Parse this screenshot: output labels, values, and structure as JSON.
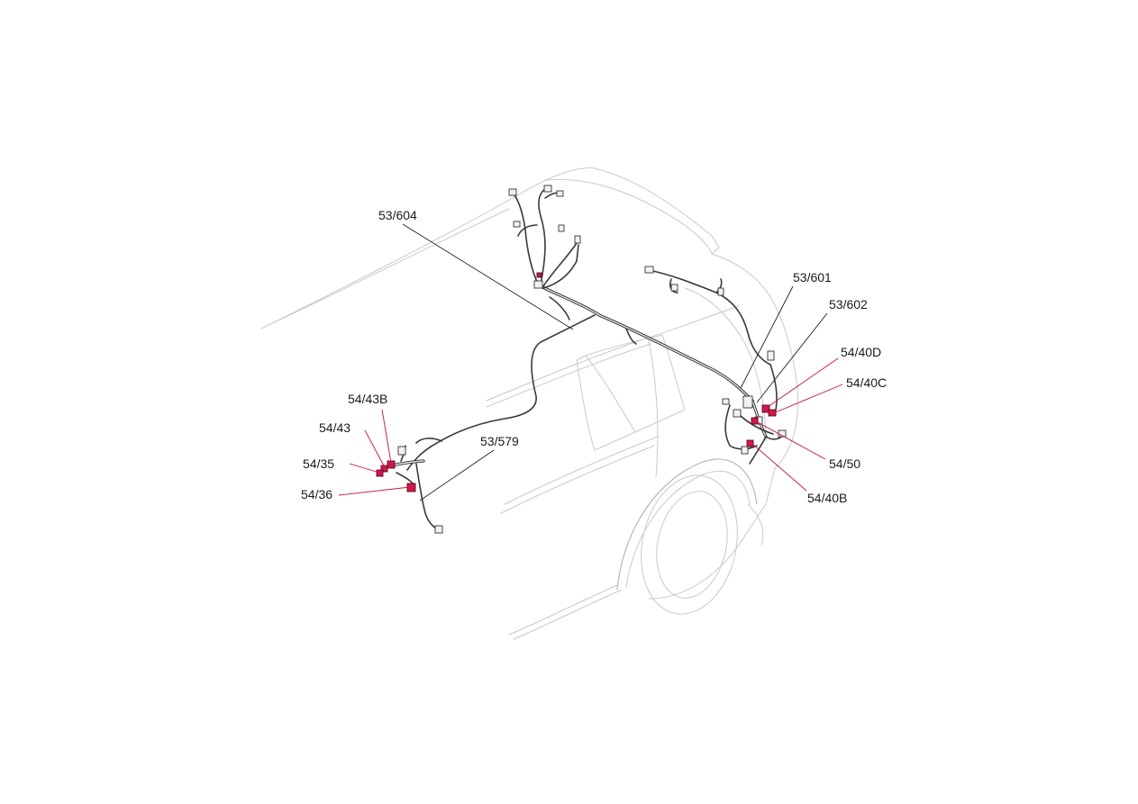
{
  "colors": {
    "leader_black": "#1f1f1f",
    "leader_red": "#c4123f",
    "connector_red": "#d2174a"
  },
  "labels": {
    "l53_604": "53/604",
    "l53_601": "53/601",
    "l53_602": "53/602",
    "l54_40D": "54/40D",
    "l54_40C": "54/40C",
    "l54_43B": "54/43B",
    "l54_43": "54/43",
    "l54_35": "54/35",
    "l54_36": "54/36",
    "l53_579": "53/579",
    "l54_50": "54/50",
    "l54_40B": "54/40B"
  }
}
